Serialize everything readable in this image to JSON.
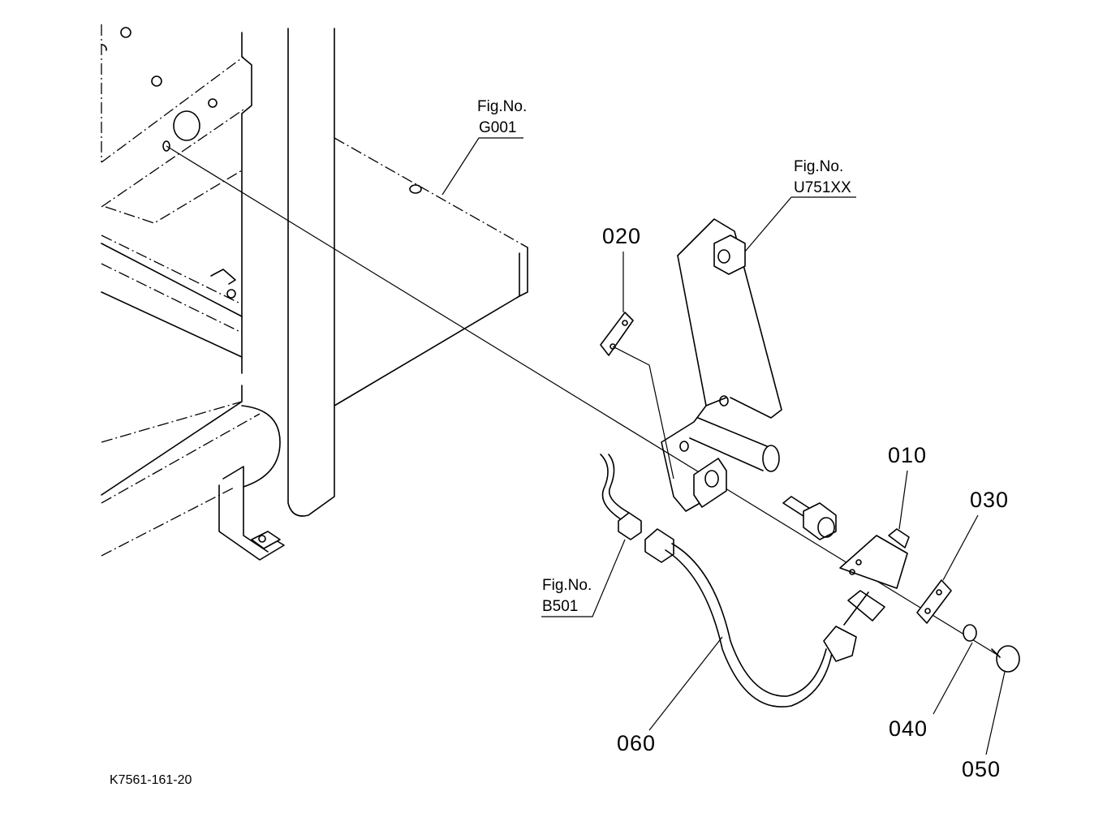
{
  "figure_refs": [
    {
      "line1": "Fig.No.",
      "line2": "G001"
    },
    {
      "line1": "Fig.No.",
      "line2": "U751XX"
    },
    {
      "line1": "Fig.No.",
      "line2": "B501"
    }
  ],
  "part_numbers": {
    "p010": "010",
    "p020": "020",
    "p030": "030",
    "p040": "040",
    "p050": "050",
    "p060": "060"
  },
  "drawing_number": "K7561-161-20"
}
